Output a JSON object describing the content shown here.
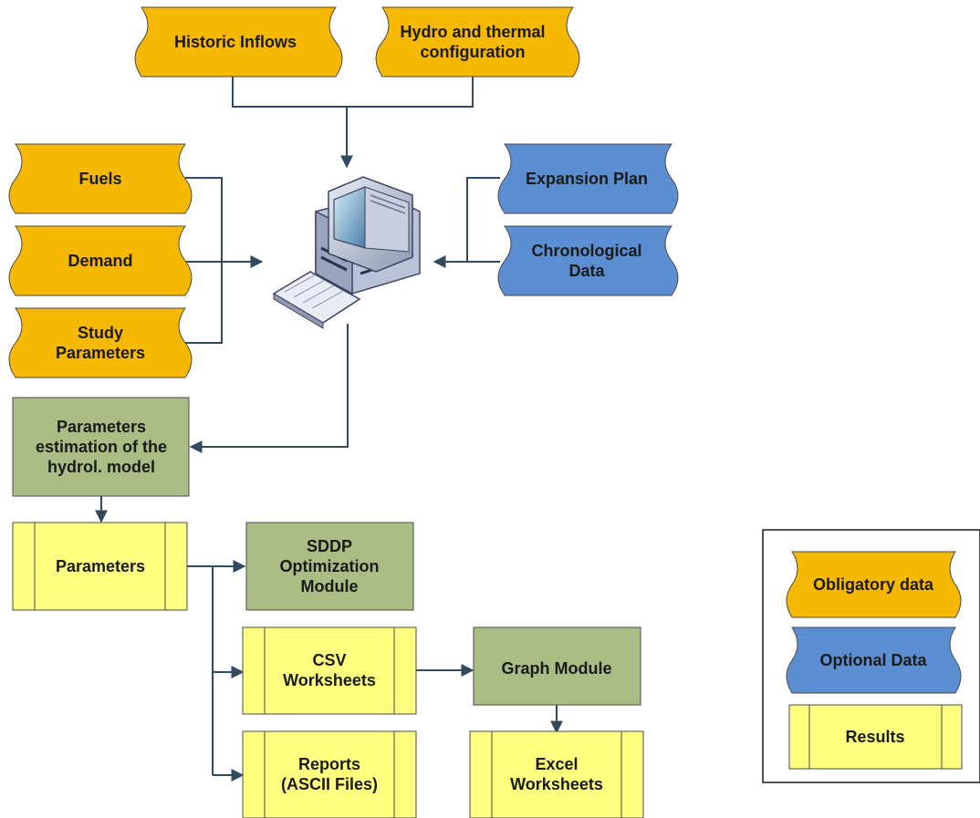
{
  "colors": {
    "obligatory": "#f6b800",
    "optional": "#5b8fd1",
    "result": "#ffff80",
    "process": "#a9bd84",
    "connector": "#33495e"
  },
  "inputs": {
    "historic_inflows": [
      "Historic Inflows"
    ],
    "hydro_thermal": [
      "Hydro and thermal",
      "configuration"
    ],
    "fuels": [
      "Fuels"
    ],
    "demand": [
      "Demand"
    ],
    "study_parameters": [
      "Study",
      "Parameters"
    ],
    "expansion_plan": [
      "Expansion Plan"
    ],
    "chronological_data": [
      "Chronological",
      "Data"
    ]
  },
  "processes": {
    "parameters_estimation": [
      "Parameters",
      "estimation of  the",
      "hydrol. model"
    ],
    "sddp_module": [
      "SDDP",
      "Optimization",
      "Module"
    ],
    "graph_module": [
      "Graph Module"
    ]
  },
  "results": {
    "parameters": [
      "Parameters"
    ],
    "csv_worksheets": [
      "CSV",
      "Worksheets"
    ],
    "reports": [
      "Reports",
      "(ASCII Files)"
    ],
    "excel_worksheets": [
      "Excel",
      "Worksheets"
    ]
  },
  "legend": {
    "obligatory": [
      "Obligatory data"
    ],
    "optional": [
      "Optional Data"
    ],
    "results": [
      "Results"
    ]
  },
  "icons": {
    "computer": "desktop-computer-icon"
  }
}
